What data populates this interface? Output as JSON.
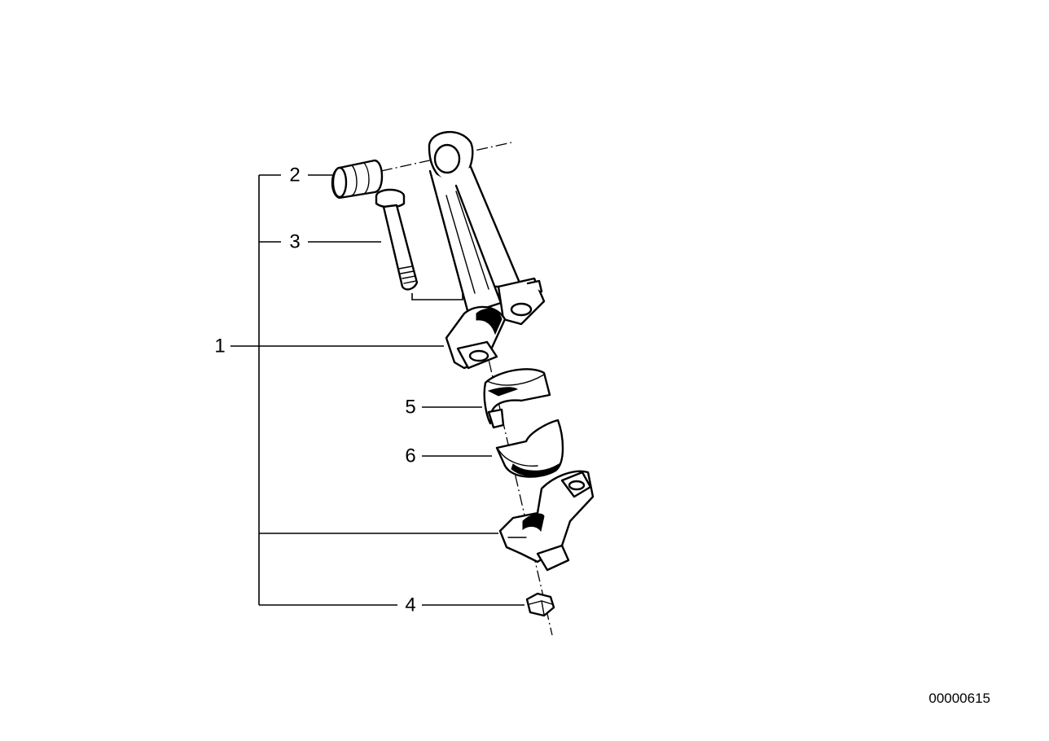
{
  "callouts": {
    "c1": "1",
    "c2": "2",
    "c3": "3",
    "c4": "4",
    "c5": "5",
    "c6": "6"
  },
  "document_number": "00000615",
  "parts": [
    {
      "callout": "1",
      "icon": "connecting-rod-icon"
    },
    {
      "callout": "2",
      "icon": "bushing-icon"
    },
    {
      "callout": "3",
      "icon": "bolt-icon"
    },
    {
      "callout": "4",
      "icon": "hex-nut-icon"
    },
    {
      "callout": "5",
      "icon": "upper-bearing-shell-icon"
    },
    {
      "callout": "6",
      "icon": "lower-bearing-shell-icon"
    }
  ]
}
